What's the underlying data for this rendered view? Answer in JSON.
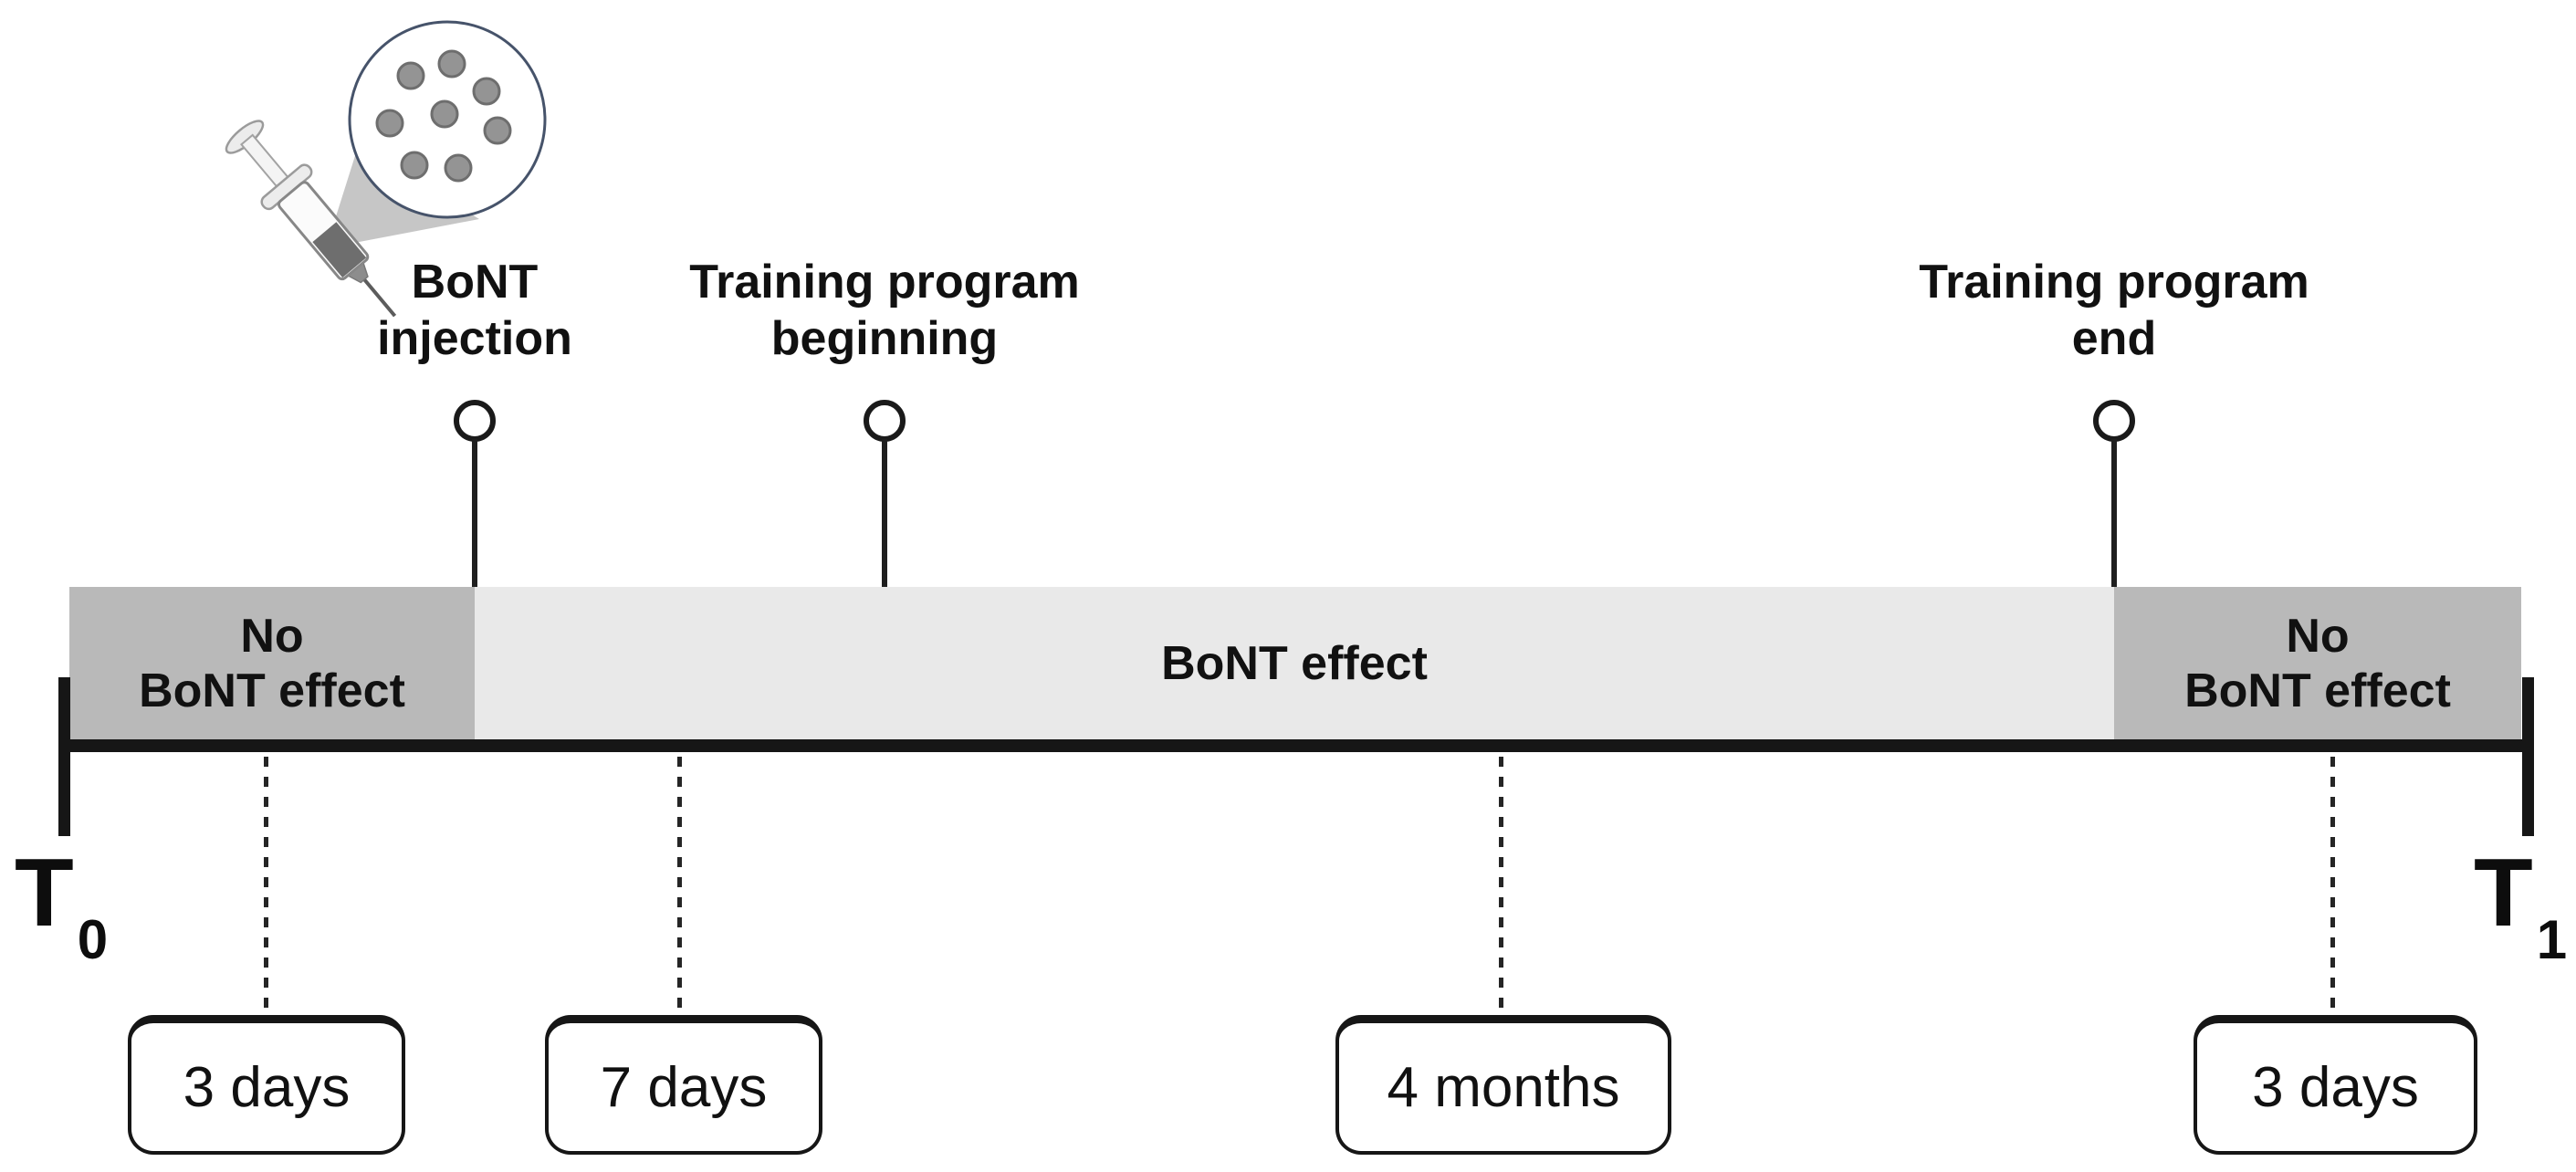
{
  "figure": {
    "type": "study-protocol timeline",
    "background": "#ffffff"
  },
  "events": [
    {
      "line1": "BoNT",
      "line2": "injection"
    },
    {
      "line1": "Training program",
      "line2": "beginning"
    },
    {
      "line1": "Training program",
      "line2": "end"
    }
  ],
  "timeline": {
    "start": {
      "base": "T",
      "sub": "0"
    },
    "end": {
      "base": "T",
      "sub": "1"
    },
    "segments": [
      {
        "line1": "No",
        "line2": "BoNT effect"
      },
      {
        "label": "BoNT effect"
      },
      {
        "line1": "No",
        "line2": "BoNT effect"
      }
    ]
  },
  "intervals": [
    {
      "label": "3 days"
    },
    {
      "label": "7 days"
    },
    {
      "label": "4 months"
    },
    {
      "label": "3 days"
    }
  ],
  "icons": {
    "syringe": "syringe-icon",
    "magnifier": "magnifier-circle-icon",
    "molecule": "molecule-dot-icon",
    "event_marker": "lollipop-marker-icon",
    "molecule_count": 8
  },
  "colors": {
    "no_effect_segment": "#b9b9b9",
    "effect_segment": "#e9e9e9",
    "line_black": "#161616",
    "magnifier_ring": "#46536a",
    "molecule_gray": "#949494",
    "cone_gray": "#c6c6c6"
  }
}
